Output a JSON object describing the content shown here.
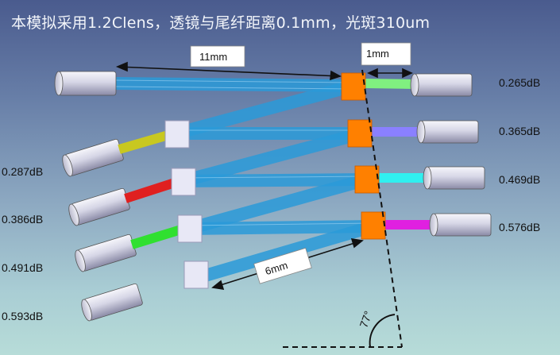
{
  "title": "本模拟采用1.2Clens，透镜与尾纤距离0.1mm，光斑310um",
  "dimensions": {
    "lens_distance": "11mm",
    "fiber_gap": "1mm",
    "spacing": "6mm"
  },
  "angle": "77°",
  "losses_right": [
    "0.265dB",
    "0.365dB",
    "0.469dB",
    "0.576dB"
  ],
  "losses_left": [
    "0.287dB",
    "0.386dB",
    "0.491dB",
    "0.593dB"
  ],
  "colors": {
    "beam": "#2a9ad8",
    "filter": "#ff8000",
    "lens_block": "#e8e8f6",
    "channel_left": [
      "#c8c820",
      "#e02020",
      "#30e030",
      "#2a9ad8"
    ],
    "channel_right": [
      "#80f080",
      "#8a80ff",
      "#30f0f0",
      "#e020e0"
    ]
  }
}
